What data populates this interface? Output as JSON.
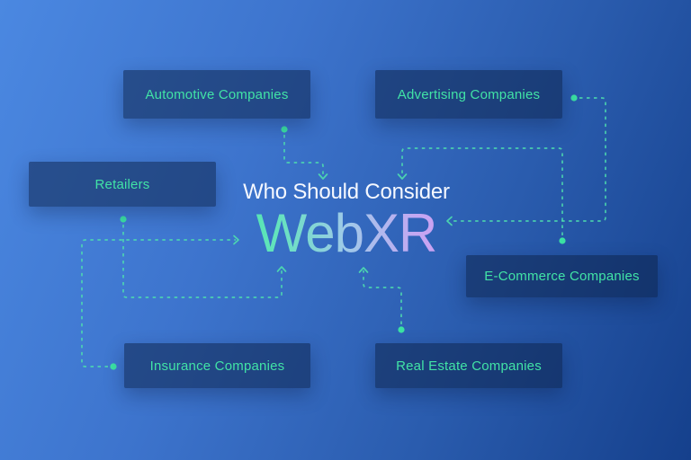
{
  "title": {
    "line1": "Who Should Consider",
    "line2": "WebXR"
  },
  "nodes": [
    {
      "id": "automotive",
      "label": "Automotive Companies"
    },
    {
      "id": "advertising",
      "label": "Advertising Companies"
    },
    {
      "id": "retailers",
      "label": "Retailers"
    },
    {
      "id": "ecommerce",
      "label": "E-Commerce Companies"
    },
    {
      "id": "insurance",
      "label": "Insurance Companies"
    },
    {
      "id": "realestate",
      "label": "Real Estate Companies"
    }
  ],
  "edges": [
    {
      "from": "automotive",
      "to": "webxr-title"
    },
    {
      "from": "advertising",
      "to": "webxr-title"
    },
    {
      "from": "retailers",
      "to": "webxr-title"
    },
    {
      "from": "ecommerce",
      "to": "webxr-title"
    },
    {
      "from": "insurance",
      "to": "webxr-title"
    },
    {
      "from": "realestate",
      "to": "webxr-title"
    }
  ],
  "colors": {
    "background_gradient": [
      "#4b88e1",
      "#3d74cd",
      "#2a5cae",
      "#15408c"
    ],
    "node_background": "#1d3a66",
    "node_label": "#41e3a6",
    "connector": "#4fe0ae",
    "title_text": "#f5f8ff",
    "webxr_gradient": [
      "#3fe6a2",
      "#9fc9e9",
      "#db96f2"
    ]
  }
}
